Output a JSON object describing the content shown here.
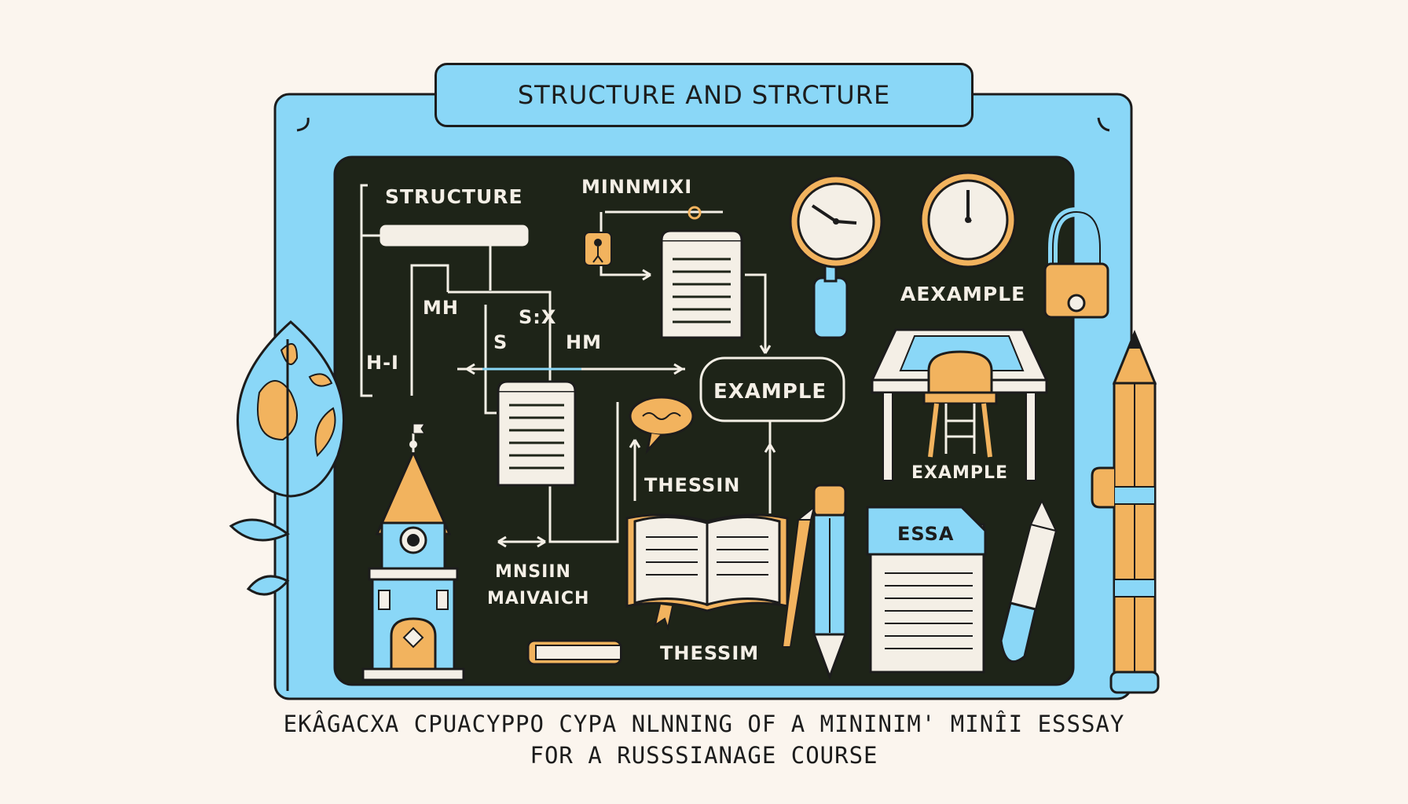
{
  "title": "STRUCTURE AND STRCTURE",
  "labels": {
    "structure": "STRUCTURE",
    "minnmixi": "MINNMIXI",
    "mh": "MH",
    "s_x": "S:X",
    "s": "S",
    "hm": "HM",
    "h1": "H-I",
    "example_center": "EXAMPLE",
    "aexample": "AEXAMPLE",
    "example_desk": "EXAMPLE",
    "thessin": "THESSIN",
    "mnsiin": "MNSIIN",
    "maivaich": "MAIVAICH",
    "thessim": "THESSIM",
    "essa": "ESSA"
  },
  "caption": {
    "line1": "EKÂGACXA CPUACYPPO CYPA NLNNING OF A MININIM' MINÎI ESSSAY",
    "line2": "FOR A RUSSSIANAGE COURSE"
  },
  "icons": {
    "clock_left": "clock-icon",
    "clock_right": "clock-icon",
    "padlock": "padlock-icon",
    "tower": "clock-tower-icon",
    "book": "open-book-icon",
    "pencil": "pencil-icon",
    "essay_doc": "essay-document-icon",
    "leaf_tree": "leaf-icon",
    "desk": "school-desk-icon"
  },
  "colors": {
    "background": "#fbf5ee",
    "board": "#1e2418",
    "frame_blue": "#8ad7f7",
    "accent_orange": "#f2b35e",
    "chalk": "#f4efe6",
    "outline": "#1c1c1c"
  }
}
